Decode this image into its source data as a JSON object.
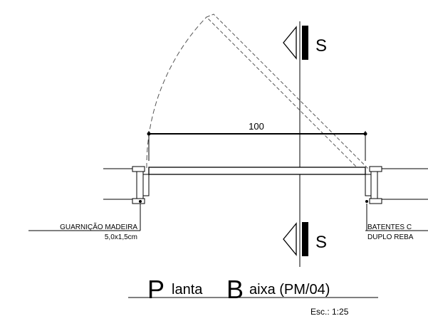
{
  "dimension": {
    "value": "100"
  },
  "section_marks": {
    "top_label": "S",
    "bottom_label": "S"
  },
  "annotations": {
    "left_line1": "GUARNIÇÃO MADEIRA",
    "left_line2": "5,0x1,5cm",
    "right_line1": "BATENTES C",
    "right_line2": "DUPLO REBA"
  },
  "title": {
    "initial1": "P",
    "rest1": "lanta",
    "initial2": "B",
    "rest2": "aixa (PM/04)",
    "scale": "Esc.:  1:25"
  },
  "colors": {
    "line": "#000000",
    "background": "#ffffff"
  }
}
